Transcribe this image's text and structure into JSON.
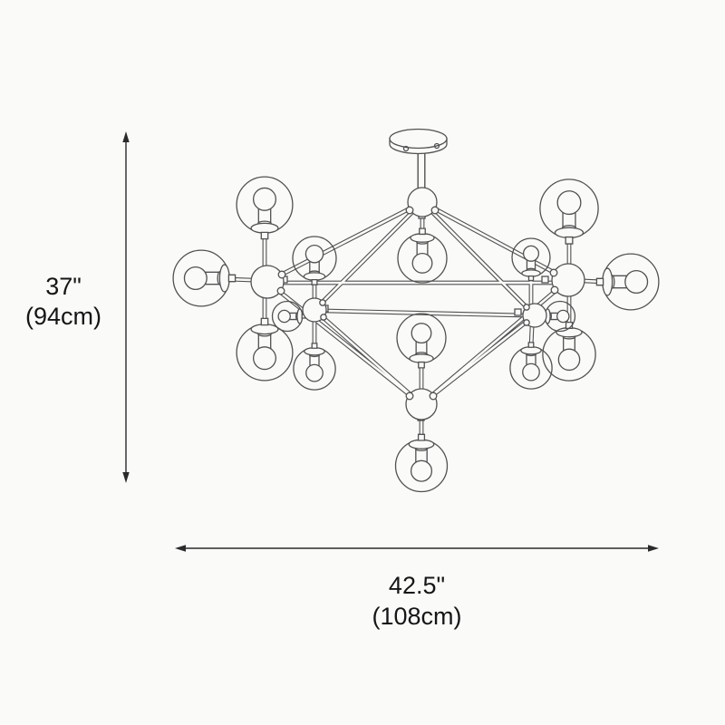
{
  "colors": {
    "background": "#fafaf8",
    "drawing_line": "#515151",
    "dimension_line": "#2a2a2a",
    "label_text": "#161616"
  },
  "dimensions": {
    "height": {
      "inches": "37\"",
      "centimeters": "(94cm)"
    },
    "width": {
      "inches": "42.5\"",
      "centimeters": "(108cm)"
    }
  }
}
